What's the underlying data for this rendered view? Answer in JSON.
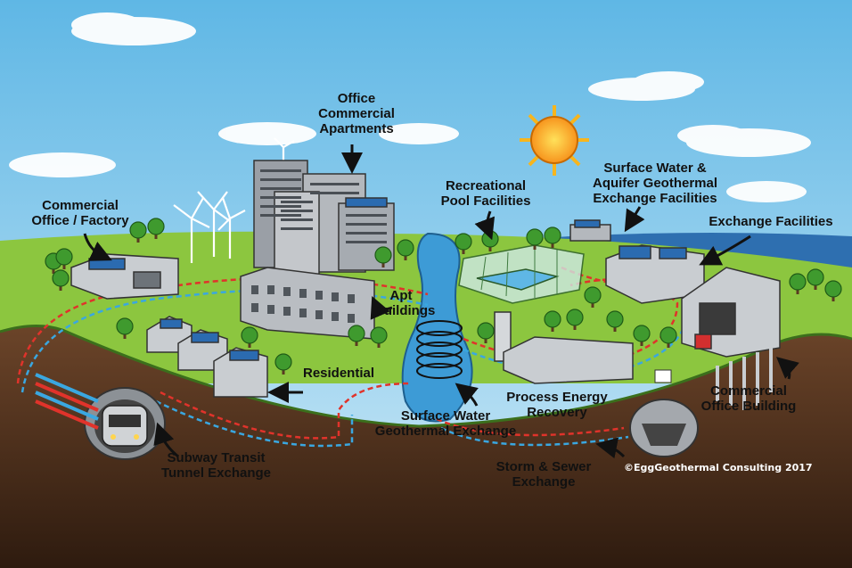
{
  "labels": {
    "office_commercial_apartments": "Office\nCommercial\nApartments",
    "commercial_office_factory": "Commercial\nOffice / Factory",
    "recreational_pool": "Recreational\nPool Facilities",
    "surface_water_aquifer": "Surface Water &\nAquifer Geothermal\nExchange Facilities",
    "exchange_facilities": "Exchange Facilities",
    "apt_buildings": "Apt\nBuildings",
    "residential": "Residential",
    "process_energy": "Process Energy\nRecovery",
    "surface_water_geo": "Surface Water\nGeothermal Exchange",
    "commercial_office_building": "Commercial\nOffice Building",
    "subway_transit": "Subway Transit\nTunnel Exchange",
    "storm_sewer": "Storm & Sewer Exchange"
  },
  "copyright": "©EggGeothermal Consulting 2017",
  "colors": {
    "sky": "#8ecae6",
    "grass": "#8cc63f",
    "soil": "#5a3a22",
    "water": "#3d9bd6",
    "pipe_hot": "#e0332b",
    "pipe_cold": "#3aa7e0",
    "sun": "#f7941d"
  },
  "icons": [
    "sun-icon",
    "wind-turbine-icon",
    "tree-icon",
    "solar-panel-icon",
    "subway-train-icon",
    "arrow-icon"
  ]
}
